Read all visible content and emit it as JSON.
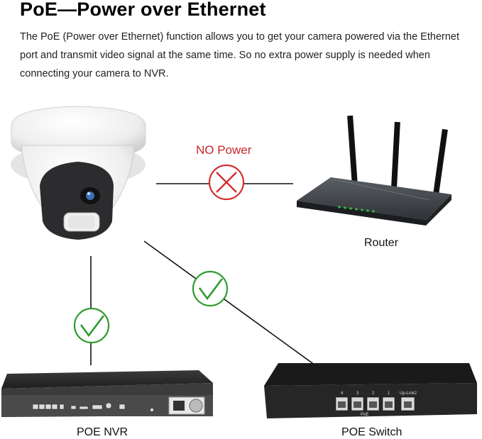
{
  "header": {
    "title": "PoE—Power over Ethernet",
    "description": "The PoE (Power over Ethernet) function allows you to get your camera powered via the Ethernet port and transmit video signal at the same time. So no extra power supply is needed when connecting your camera to NVR."
  },
  "links": {
    "router": {
      "label": "NO Power",
      "status": "cross",
      "color": "#d32f2f"
    },
    "nvr": {
      "status": "check",
      "color": "#2e9b2e"
    },
    "switch": {
      "status": "check",
      "color": "#2e9b2e"
    }
  },
  "devices": {
    "camera": {
      "icon": "dome-camera-icon"
    },
    "router": {
      "label": "Router",
      "icon": "router-icon"
    },
    "nvr": {
      "label": "POE NVR",
      "icon": "nvr-icon"
    },
    "switch": {
      "label": "POE Switch",
      "icon": "switch-icon",
      "port_labels": [
        "4",
        "3",
        "2",
        "1"
      ],
      "uplink_label": "Up-Link2",
      "poe_label": "PoE"
    }
  }
}
